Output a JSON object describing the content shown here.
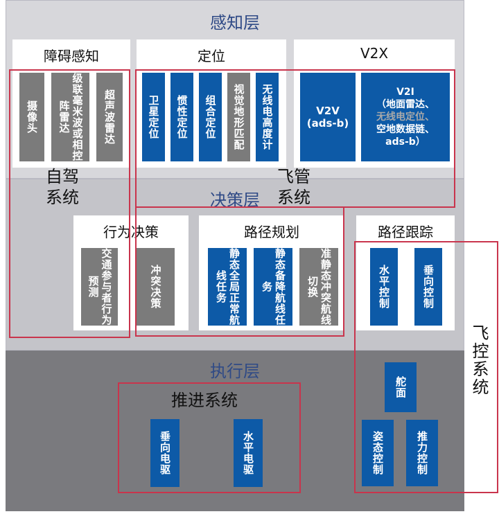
{
  "layers": {
    "perception": "感知层",
    "decision": "决策层",
    "execution": "执行层"
  },
  "perception": {
    "obstacle": {
      "title": "障碍感知",
      "items": [
        "摄像头",
        "级联毫米波或相控阵雷达",
        "超声波雷达"
      ]
    },
    "positioning": {
      "title": "定位",
      "items": [
        "卫星定位",
        "惯性定位",
        "组合定位",
        "视觉地形匹配",
        "无线电高度计"
      ]
    },
    "v2x": {
      "title": "V2X",
      "v2v_line1": "V2V",
      "v2v_line2": "(ads-b)",
      "v2i_title": "V2I",
      "v2i_line1": "（地面雷达、",
      "v2i_line2": "无线电定位、",
      "v2i_line3": "空地数据链、",
      "v2i_line4": "ads-b）"
    }
  },
  "decision": {
    "behavior": {
      "title": "行为决策",
      "items": [
        "交通参与者行为预测",
        "冲突决策"
      ]
    },
    "path_planning": {
      "title": "路径规划",
      "items": [
        "静态全局正常航线任务",
        "静态备降航线任务",
        "准静态冲突航线切换"
      ]
    },
    "path_tracking": {
      "title": "路径跟踪",
      "items": [
        "水平控制",
        "垂向控制"
      ]
    }
  },
  "execution": {
    "propulsion_title": "推进系统",
    "propulsion_items": [
      "垂向电驱",
      "水平电驱"
    ],
    "control_items": [
      "舵面",
      "姿态控制",
      "推力控制"
    ]
  },
  "annotations": {
    "autonomous": "自驾系统",
    "flight_mgmt": "飞管系统",
    "flight_control": "飞控系统"
  },
  "colors": {
    "block_gray": "#7b7b7b",
    "block_blue": "#0d5aa7",
    "highlight_red": "#c9344c",
    "layer_title": "#2f4a86"
  }
}
